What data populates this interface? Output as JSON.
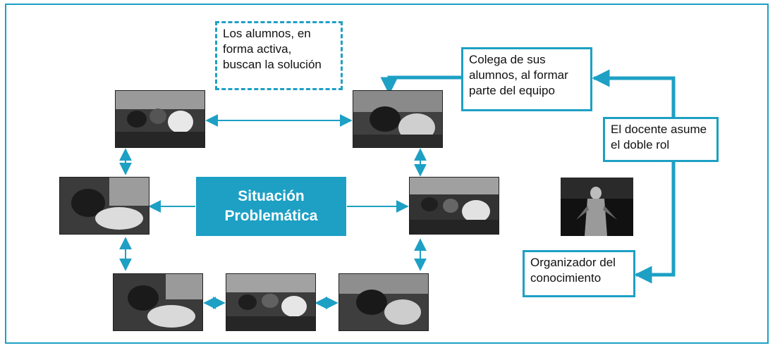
{
  "center": {
    "line1": "Situación",
    "line2": "Problemática"
  },
  "students_note": {
    "line1": "Los alumnos, en",
    "line2": "forma activa,",
    "line3": "buscan la solución"
  },
  "colleague_box": {
    "line1": "Colega de sus",
    "line2": "alumnos, al formar",
    "line3": "parte del equipo"
  },
  "teacher_box": {
    "line1": "El docente asume",
    "line2": "el doble rol"
  },
  "organizer_box": {
    "line1": "Organizador del",
    "line2": "conocimiento"
  },
  "colors": {
    "accent": "#1da0c4",
    "frame": "#1da0c4"
  }
}
